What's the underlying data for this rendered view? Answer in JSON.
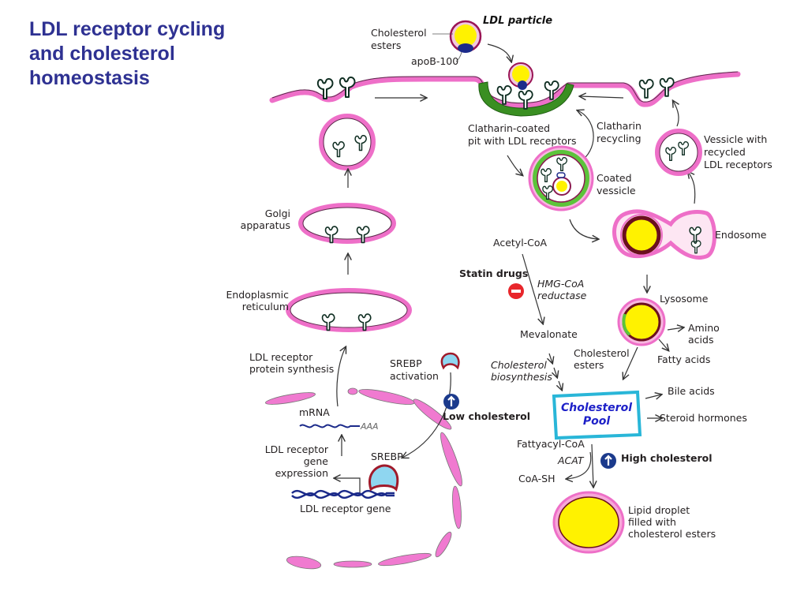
{
  "title": {
    "lines": [
      "LDL receptor cycling",
      "and cholesterol",
      "homeostasis"
    ],
    "color": "#2e3192"
  },
  "ldl_particle": {
    "title": "LDL particle",
    "cholesterol_esters_label": [
      "Cholesterol",
      "esters"
    ],
    "apob_label": "apoB-100"
  },
  "membrane": {
    "pit_label": [
      "Clatharin-coated",
      "pit with LDL receptors"
    ],
    "clatharin_recycling_label": [
      "Clatharin",
      "recycling"
    ]
  },
  "vesicles": {
    "coated_vesicle_label": [
      "Coated",
      "vessicle"
    ],
    "recycled_vesicle_label": [
      "Vessicle with",
      "recycled",
      "LDL receptors"
    ],
    "endosome_label": "Endosome",
    "lysosome_label": "Lysosome"
  },
  "lysosome_products": {
    "amino_acids": [
      "Amino",
      "acids"
    ],
    "fatty_acids": "Fatty acids",
    "cholesterol_esters": [
      "Cholesterol",
      "esters"
    ]
  },
  "biosynthesis": {
    "acetyl_coa": "Acetyl-CoA",
    "statin_drugs": "Statin drugs",
    "enzyme": [
      "HMG-CoA",
      "reductase"
    ],
    "mevalonate": "Mevalonate",
    "pathway": [
      "Cholesterol",
      "biosynthesis"
    ]
  },
  "pool": {
    "label": [
      "Cholesterol",
      "Pool"
    ],
    "outputs": [
      "Bile acids",
      "Steroid hormones"
    ],
    "border_color": "#29b6d8",
    "text_color": "#1d20c8"
  },
  "esterification": {
    "fattyacyl_coa": "Fattyacyl-CoA",
    "enzyme": "ACAT",
    "coa_sh": "CoA-SH",
    "high_cholesterol": "High cholesterol",
    "lipid_droplet": [
      "Lipid droplet",
      "filled with",
      "cholesterol esters"
    ]
  },
  "secretory": {
    "golgi": [
      "Golgi",
      "apparatus"
    ],
    "er": [
      "Endoplasmic",
      "reticulum"
    ],
    "protein_synthesis": [
      "LDL receptor",
      "protein synthesis"
    ]
  },
  "nucleus": {
    "mrna": "mRNA",
    "poly_a": "AAA",
    "gene_expression": [
      "LDL receptor",
      "gene",
      "expression"
    ],
    "gene": "LDL receptor gene",
    "srebp": "SREBP",
    "srebp_activation": [
      "SREBP",
      "activation"
    ],
    "low_cholesterol": "Low cholesterol"
  },
  "icons": {
    "inhibit": "minus-circle",
    "increase": "up-arrow-circle",
    "inhibit_color": "#e8262b",
    "increase_color": "#1b3a8c"
  }
}
